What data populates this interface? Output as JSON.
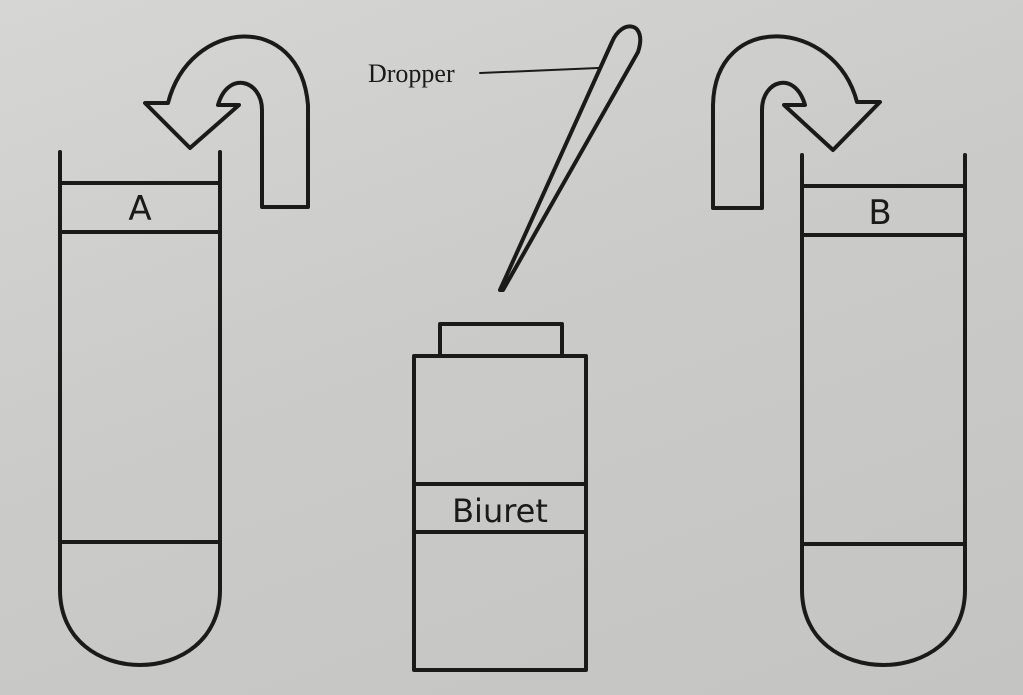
{
  "labels": {
    "tube_a": "A",
    "tube_b": "B",
    "bottle": "Biuret",
    "dropper": "Dropper"
  },
  "icons": {
    "arrow_left": "curved-arrow-icon",
    "arrow_right": "curved-arrow-icon"
  },
  "colors": {
    "ink": "#1a1a1a",
    "paper": "#cbcbc9"
  }
}
